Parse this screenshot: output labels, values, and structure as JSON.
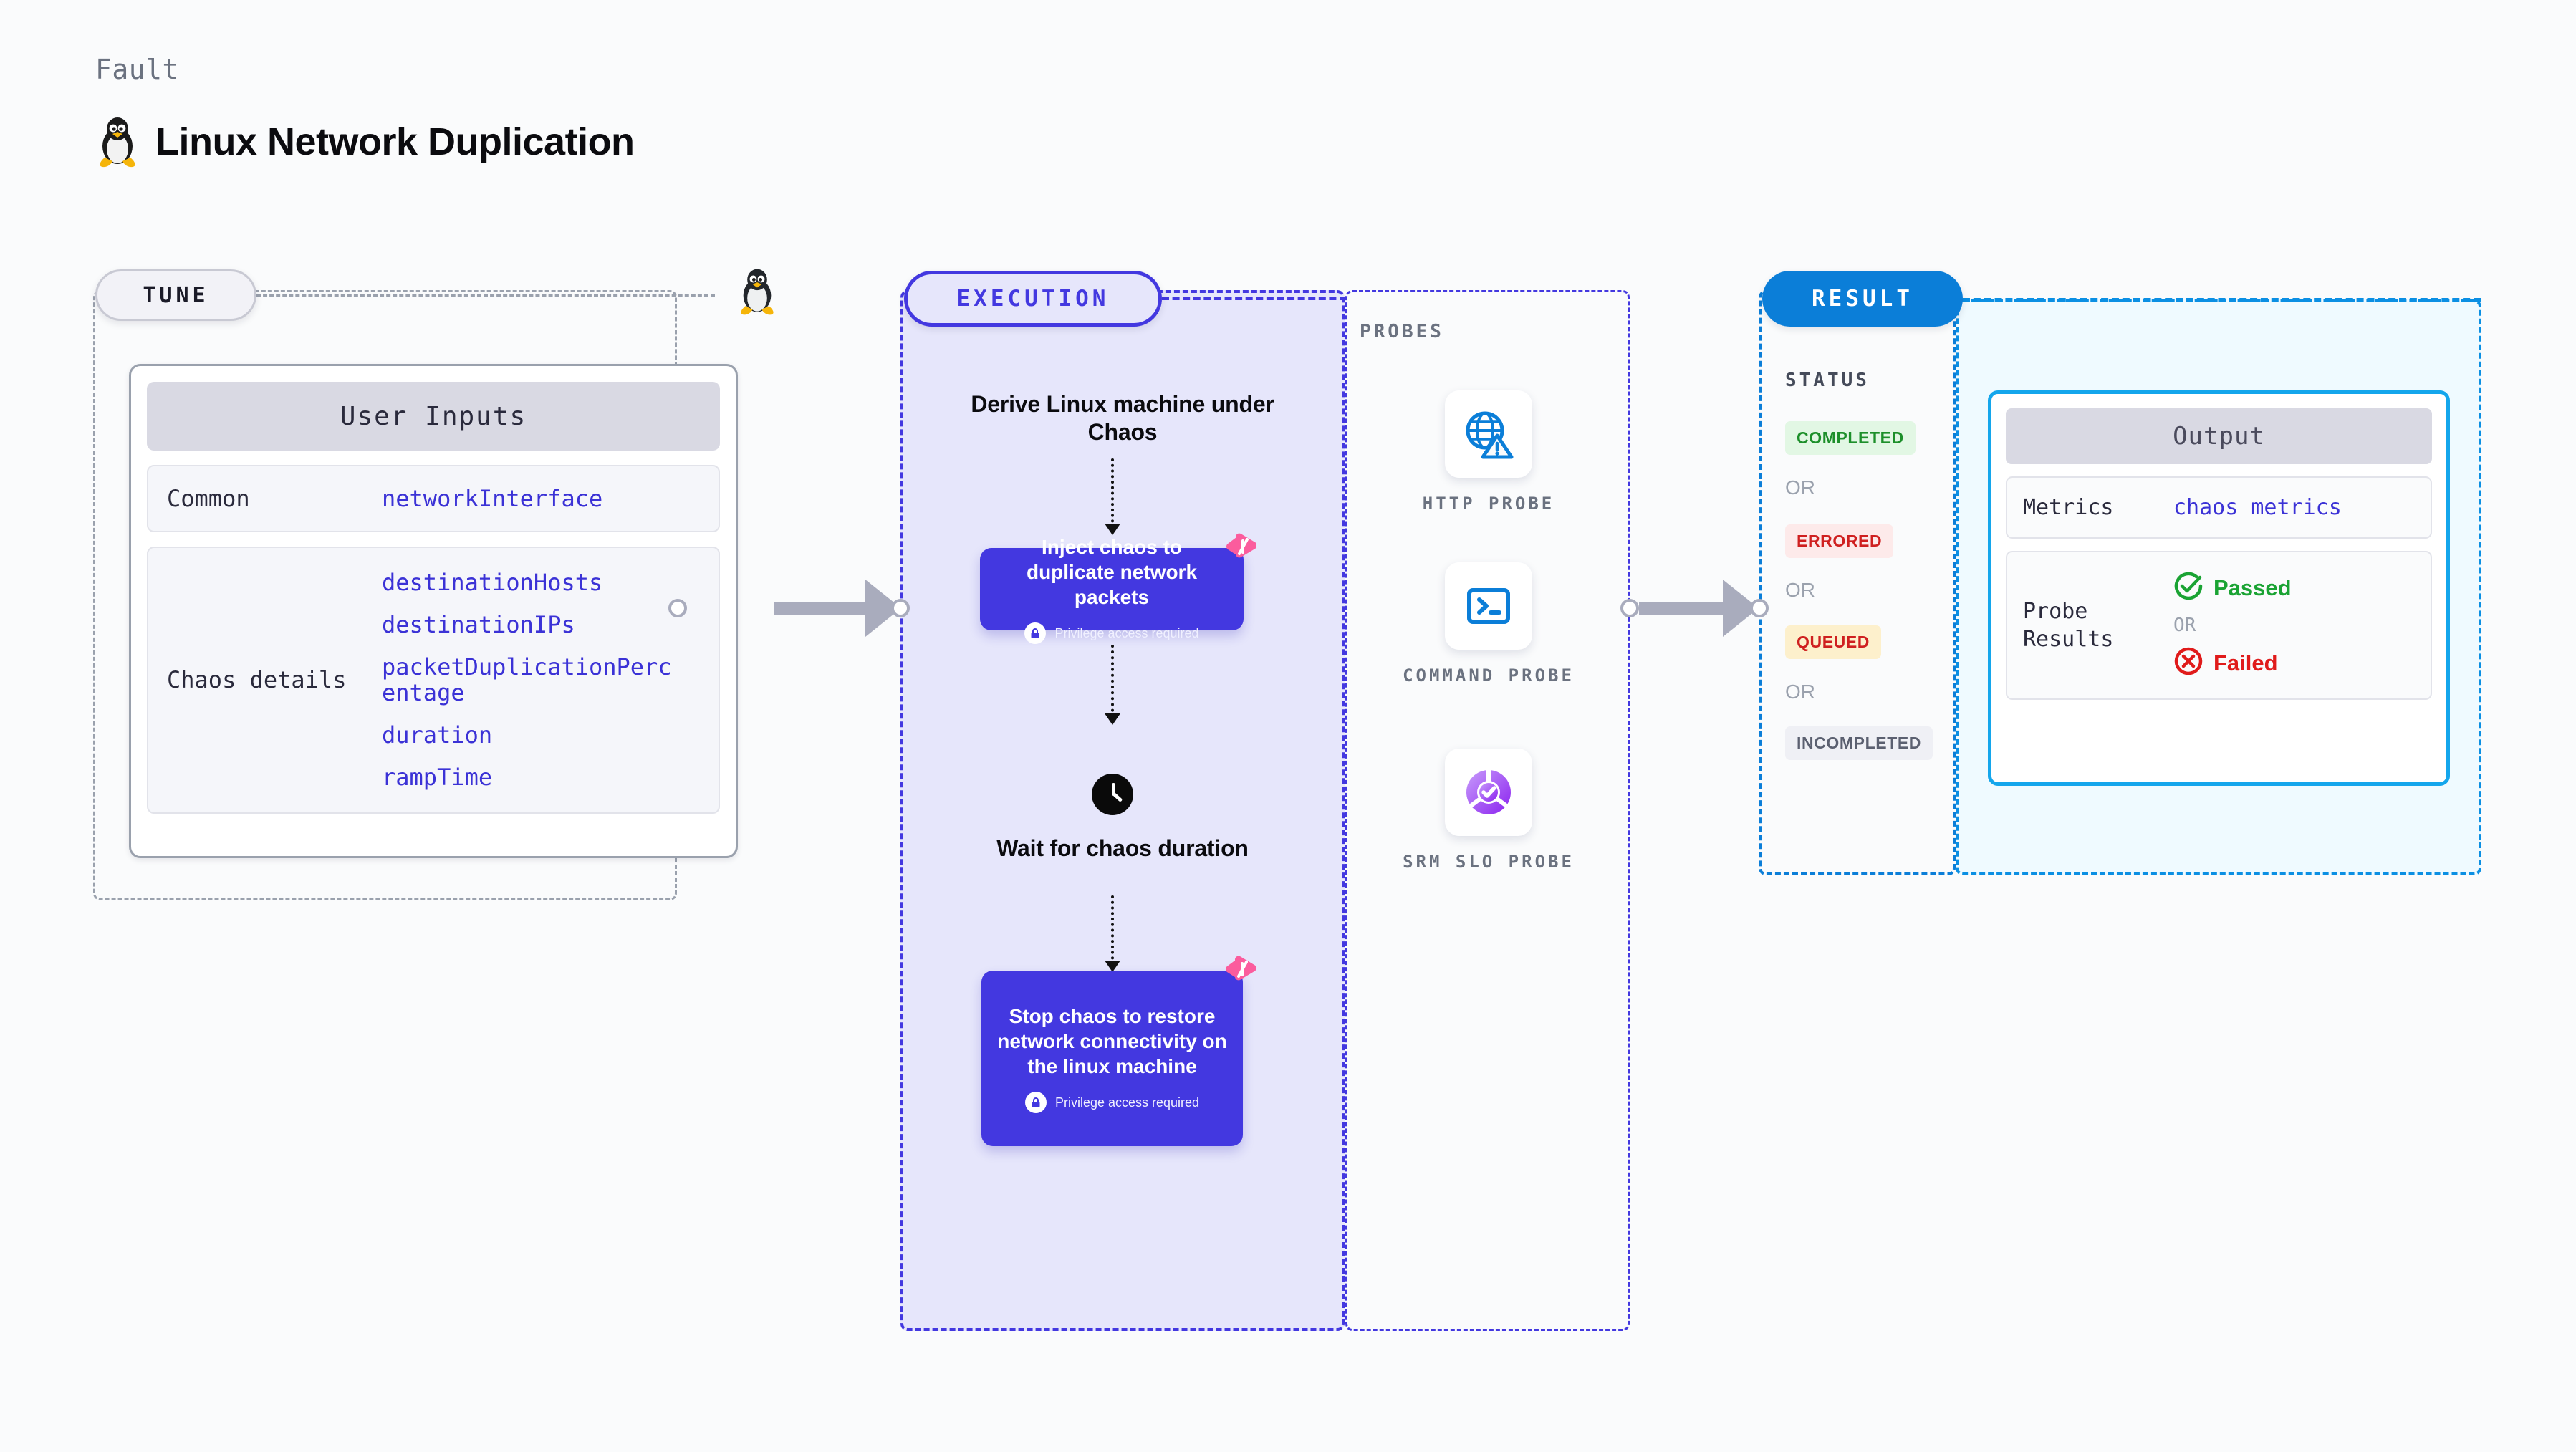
{
  "header": {
    "kicker": "Fault",
    "title": "Linux Network Duplication",
    "icon": "linux-penguin-icon"
  },
  "tune": {
    "pill_label": "TUNE",
    "card_title": "User Inputs",
    "rows": [
      {
        "key": "Common",
        "values": [
          "networkInterface"
        ]
      },
      {
        "key": "Chaos details",
        "values": [
          "destinationHosts",
          "destinationIPs",
          "packetDuplicationPercentage",
          "duration",
          "rampTime"
        ]
      }
    ]
  },
  "execution": {
    "pill_label": "EXECUTION",
    "steps": {
      "derive_title": "Derive Linux machine under Chaos",
      "inject_title": "Inject chaos to duplicate network packets",
      "inject_privilege": "Privilege access required",
      "wait_title": "Wait for chaos duration",
      "stop_title": "Stop chaos to restore network connectivity on the linux machine",
      "stop_privilege": "Privilege access required"
    }
  },
  "probes": {
    "section_label": "PROBES",
    "items": [
      {
        "icon": "globe-warning-icon",
        "label": "HTTP PROBE"
      },
      {
        "icon": "terminal-prompt-icon",
        "label": "COMMAND PROBE"
      },
      {
        "icon": "slo-donut-check-icon",
        "label": "SRM SLO PROBE"
      }
    ]
  },
  "result": {
    "pill_label": "RESULT",
    "status_label": "STATUS",
    "or_label": "OR",
    "statuses": [
      {
        "label": "COMPLETED",
        "fg": "#1d8f2a",
        "bg": "#e2f7e4"
      },
      {
        "label": "ERRORED",
        "fg": "#cf2020",
        "bg": "#fdeaea"
      },
      {
        "label": "QUEUED",
        "fg": "#cf2020",
        "bg": "#fdf0cc"
      },
      {
        "label": "INCOMPLETED",
        "fg": "#5b6070",
        "bg": "#eff0f5"
      }
    ]
  },
  "output": {
    "card_title": "Output",
    "metrics_key": "Metrics",
    "metrics_value": "chaos metrics",
    "probe_results_key": "Probe Results",
    "passed_label": "Passed",
    "failed_label": "Failed",
    "or_label": "OR",
    "passed_color": "#1aa333",
    "failed_color": "#e01b1b"
  },
  "colors": {
    "execution_accent": "#4338e0",
    "result_accent": "#0b7ed8",
    "output_accent": "#14a6ec",
    "chaos_box": "#4338e0",
    "litmus_pink": "#fb5c9d"
  }
}
